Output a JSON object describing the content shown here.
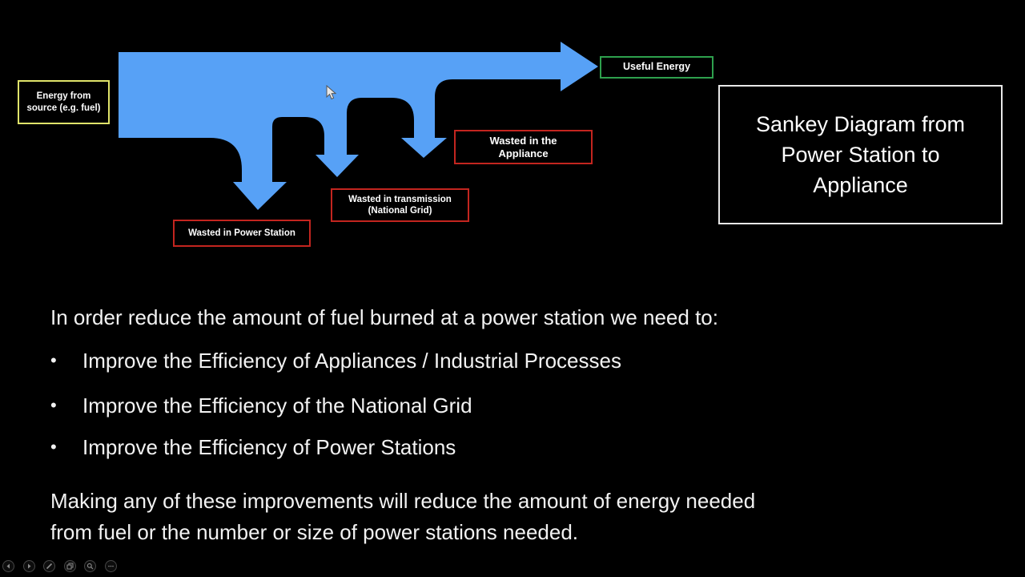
{
  "slide": {
    "title_box": "Sankey Diagram from Power Station to Appliance",
    "sankey": {
      "type": "sankey",
      "source_label": "Energy from source (e.g. fuel)",
      "useful_label": "Useful Energy",
      "losses": [
        "Wasted in Power Station",
        "Wasted in transmission (National Grid)",
        "Wasted in the Appliance"
      ],
      "flows": [
        {
          "from": "Energy from source (e.g. fuel)",
          "to": "Useful Energy"
        },
        {
          "from": "Energy from source (e.g. fuel)",
          "to": "Wasted in Power Station"
        },
        {
          "from": "Energy from source (e.g. fuel)",
          "to": "Wasted in transmission (National Grid)"
        },
        {
          "from": "Energy from source (e.g. fuel)",
          "to": "Wasted in the Appliance"
        }
      ],
      "colors": {
        "flow": "#57a1f6",
        "source_border": "#dfe36a",
        "useful_border": "#2ea04d",
        "loss_border": "#c3251f",
        "title_border": "#e8e8e8",
        "background": "#000000"
      }
    },
    "body": {
      "intro": "In order reduce the amount of fuel burned at a power station we need to:",
      "bullet_char": "•",
      "bullets": [
        "Improve the Efficiency of Appliances / Industrial Processes",
        "Improve the Efficiency of the National Grid",
        "Improve the Efficiency of Power Stations"
      ],
      "closing": "Making any of these improvements will reduce the amount of energy needed from fuel or the number or size of power stations needed."
    }
  },
  "toolbar": {
    "buttons": [
      {
        "icon": "previous-slide-icon"
      },
      {
        "icon": "next-slide-icon"
      },
      {
        "icon": "pen-icon"
      },
      {
        "icon": "see-all-slides-icon"
      },
      {
        "icon": "zoom-icon"
      },
      {
        "icon": "more-options-icon"
      }
    ]
  }
}
